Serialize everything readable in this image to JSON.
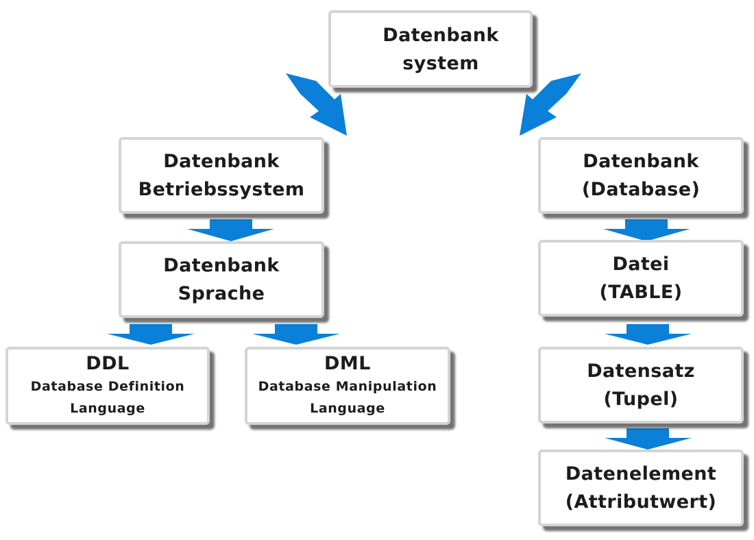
{
  "colors": {
    "arrow": "#0a80d8",
    "box_border": "#d4d4d4",
    "text": "#1c1c1c"
  },
  "root": {
    "line1": "Datenbank",
    "line2": "system"
  },
  "left": {
    "dbms": {
      "line1": "Datenbank",
      "line2": "Betriebssystem"
    },
    "language": {
      "line1": "Datenbank",
      "line2": "Sprache"
    },
    "ddl": {
      "title": "DDL",
      "line1": "Database Definition",
      "line2": "Language"
    },
    "dml": {
      "title": "DML",
      "line1": "Database Manipulation",
      "line2": "Language"
    }
  },
  "right": {
    "database": {
      "line1": "Datenbank",
      "line2": "(Database)"
    },
    "file": {
      "line1": "Datei",
      "line2": "(TABLE)"
    },
    "record": {
      "line1": "Datensatz",
      "line2": "(Tupel)"
    },
    "element": {
      "line1": "Datenelement",
      "line2": "(Attributwert)"
    }
  }
}
